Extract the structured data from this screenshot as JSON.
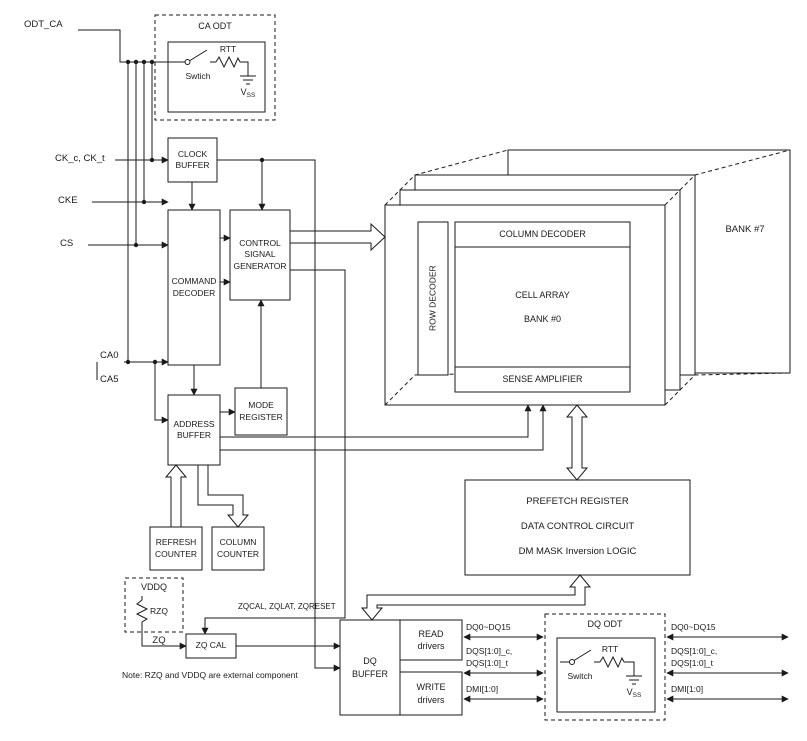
{
  "colors": {
    "ink": "#1a1a1a",
    "background": "#ffffff"
  },
  "pins": {
    "odt_ca": "ODT_CA",
    "ck": "CK_c, CK_t",
    "cke": "CKE",
    "cs": "CS",
    "ca0": "CA0",
    "ca5": "CA5",
    "zq": "ZQ",
    "zq_commands": "ZQCAL, ZQLAT, ZQRESET"
  },
  "blocks": {
    "ca_odt": "CA ODT",
    "clock_buffer": "CLOCK BUFFER",
    "command_decoder": "COMMAND DECODER",
    "control_signal_generator": "CONTROL SIGNAL GENERATOR",
    "mode_register": "MODE REGISTER",
    "address_buffer": "ADDRESS BUFFER",
    "refresh_counter": "REFRESH COUNTER",
    "column_counter": "COLUMN COUNTER",
    "zq_cal": "ZQ CAL",
    "row_decoder": "ROW DECODER",
    "column_decoder": "COLUMN DECODER",
    "cell_array": "CELL ARRAY",
    "cell_array_bank": "BANK #0",
    "sense_amplifier": "SENSE AMPLIFIER",
    "bank7": "BANK #7",
    "prefetch": [
      "PREFETCH REGISTER",
      "DATA CONTROL CIRCUIT",
      "DM MASK Inversion LOGIC"
    ],
    "dq_buffer": "DQ BUFFER",
    "read_drivers": "READ drivers",
    "write_drivers": "WRITE drivers",
    "dq_odt": "DQ ODT"
  },
  "odt_components": {
    "ca_switch": "Swtich",
    "dq_switch": "Switch",
    "rtt_ca": "RTT",
    "rtt_dq": "RTT",
    "vss_base": "V",
    "vss_sub": "SS",
    "vddq": "VDDQ",
    "rzq": "RZQ"
  },
  "io_left": {
    "dq": "DQ0~DQ15",
    "dqs_c": "DQS[1:0]_c,",
    "dqs_t": "DQS[1:0]_t",
    "dmi": "DMI[1:0]"
  },
  "io_right": {
    "dq": "DQ0~DQ15",
    "dqs_c": "DQS[1:0]_c,",
    "dqs_t": "DQS[1:0]_t",
    "dmi": "DMI[1:0]"
  },
  "note": "Note: RZQ and VDDQ are external component"
}
